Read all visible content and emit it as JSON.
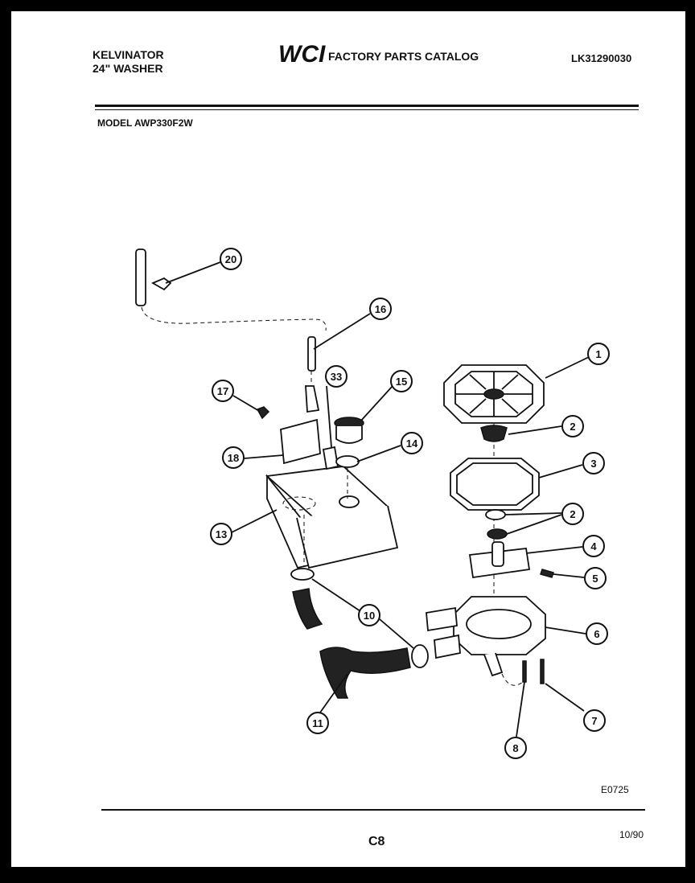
{
  "header": {
    "brand_line1": "KELVINATOR",
    "brand_line2": "24\" WASHER",
    "logo_text": "WCI",
    "catalog_title": "FACTORY PARTS CATALOG",
    "catalog_number": "LK31290030",
    "model": "MODEL AWP330F2W"
  },
  "callouts": [
    "20",
    "16",
    "1",
    "33",
    "15",
    "17",
    "2",
    "14",
    "18",
    "3",
    "2",
    "13",
    "4",
    "5",
    "10",
    "6",
    "11",
    "7",
    "8"
  ],
  "footer": {
    "drawing_code": "E0725",
    "page_number": "C8",
    "date": "10/90"
  }
}
